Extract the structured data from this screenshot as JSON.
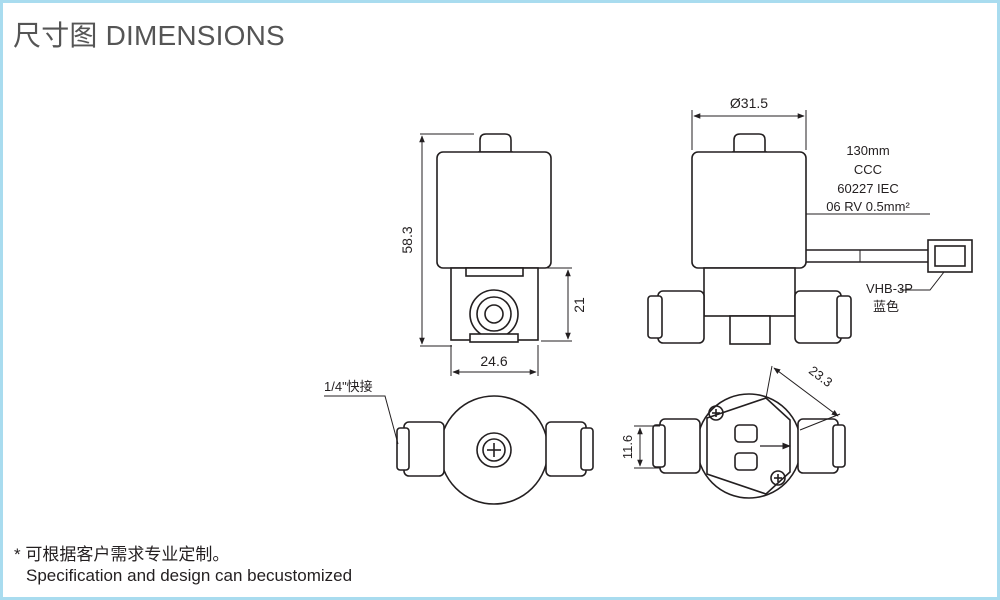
{
  "title": "尺寸图 DIMENSIONS",
  "dimensions": {
    "height_total": "58.3",
    "body_height": "21",
    "body_width": "24.6",
    "coil_diameter": "Ø31.5",
    "diagonal": "23.3",
    "port_height": "11.6"
  },
  "cable_spec": {
    "line1": "130mm",
    "line2": "CCC",
    "line3": "60227 IEC",
    "line4": "06 RV 0.5mm²"
  },
  "connector": {
    "model": "VHB-3P",
    "color": "蓝色"
  },
  "fitting_label": "1/4\"快接",
  "notes": {
    "chinese": "* 可根据客户需求专业定制。",
    "english": "Specification and design can becustomized"
  },
  "colors": {
    "border": "#a9dcef",
    "line": "#231f20",
    "title": "#555555"
  }
}
